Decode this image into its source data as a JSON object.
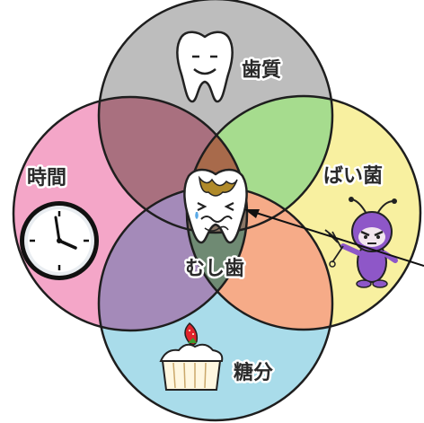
{
  "diagram": {
    "factors": {
      "tooth_quality": {
        "label": "歯質",
        "color": "#bdbdbd",
        "icon": "tooth-smiling-icon"
      },
      "time": {
        "label": "時間",
        "color": "#f4a6c8",
        "icon": "wall-clock-icon"
      },
      "bacteria": {
        "label": "ばい菌",
        "color": "#f8f0a0",
        "icon": "germ-character-icon"
      },
      "sugar": {
        "label": "糖分",
        "color": "#a9dcea",
        "icon": "strawberry-cake-icon"
      }
    },
    "center": {
      "label": "むし歯",
      "icon": "decayed-tooth-icon"
    },
    "overlap_colors": {
      "quality_time": "#a9707f",
      "quality_bacteria": "#a6dc8e",
      "time_sugar": "#a48ab9",
      "bacteria_sugar": "#f6ab88",
      "quality_time_bacteria": "#a86a4b",
      "time_bacteria_sugar": "#6f8a73",
      "center": "#8b7767"
    }
  }
}
